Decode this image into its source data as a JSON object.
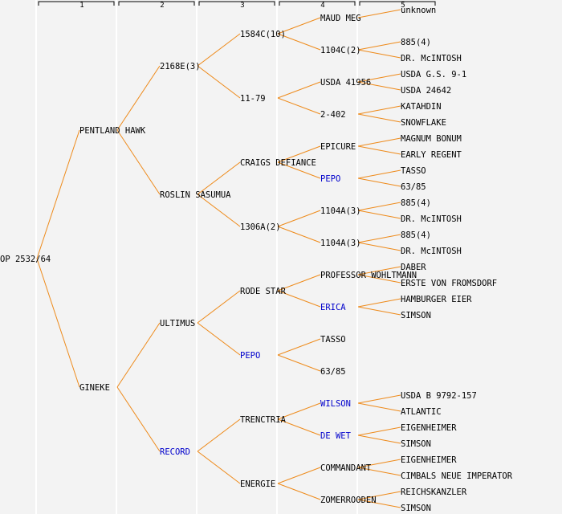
{
  "generations": [
    "1",
    "2",
    "3",
    "4",
    "5"
  ],
  "colors": {
    "edge": "#ee8a1a",
    "text": "#000000",
    "link": "#0000cc",
    "background": "#f3f3f3"
  },
  "pedigree": {
    "name": "OP 2532/64",
    "link": false,
    "children": [
      {
        "name": "PENTLAND HAWK",
        "link": false,
        "children": [
          {
            "name": "2168E(3)",
            "link": false,
            "children": [
              {
                "name": "1584C(10)",
                "link": false,
                "children": [
                  {
                    "name": "MAUD MEG",
                    "link": false,
                    "children": [
                      {
                        "name": "unknown",
                        "link": false
                      }
                    ]
                  },
                  {
                    "name": "1104C(2)",
                    "link": false,
                    "children": [
                      {
                        "name": "885(4)",
                        "link": false
                      },
                      {
                        "name": "DR. McINTOSH",
                        "link": false
                      }
                    ]
                  }
                ]
              },
              {
                "name": "11-79",
                "link": false,
                "children": [
                  {
                    "name": "USDA 41956",
                    "link": false,
                    "children": [
                      {
                        "name": "USDA G.S. 9-1",
                        "link": false
                      },
                      {
                        "name": "USDA 24642",
                        "link": false
                      }
                    ]
                  },
                  {
                    "name": "2-402",
                    "link": false,
                    "children": [
                      {
                        "name": "KATAHDIN",
                        "link": false
                      },
                      {
                        "name": "SNOWFLAKE",
                        "link": false
                      }
                    ]
                  }
                ]
              }
            ]
          },
          {
            "name": "ROSLIN SASUMUA",
            "link": false,
            "children": [
              {
                "name": "CRAIGS DEFIANCE",
                "link": false,
                "children": [
                  {
                    "name": "EPICURE",
                    "link": false,
                    "children": [
                      {
                        "name": "MAGNUM BONUM",
                        "link": false
                      },
                      {
                        "name": "EARLY REGENT",
                        "link": false
                      }
                    ]
                  },
                  {
                    "name": "PEPO",
                    "link": true,
                    "children": [
                      {
                        "name": "TASSO",
                        "link": false
                      },
                      {
                        "name": "63/85",
                        "link": false
                      }
                    ]
                  }
                ]
              },
              {
                "name": "1306A(2)",
                "link": false,
                "children": [
                  {
                    "name": "1104A(3)",
                    "link": false,
                    "children": [
                      {
                        "name": "885(4)",
                        "link": false
                      },
                      {
                        "name": "DR. McINTOSH",
                        "link": false
                      }
                    ]
                  },
                  {
                    "name": "1104A(3)",
                    "link": false,
                    "children": [
                      {
                        "name": "885(4)",
                        "link": false
                      },
                      {
                        "name": "DR. McINTOSH",
                        "link": false
                      }
                    ]
                  }
                ]
              }
            ]
          }
        ]
      },
      {
        "name": "GINEKE",
        "link": false,
        "children": [
          {
            "name": "ULTIMUS",
            "link": false,
            "children": [
              {
                "name": "RODE STAR",
                "link": false,
                "children": [
                  {
                    "name": "PROFESSOR WOHLTMANN",
                    "link": false,
                    "children": [
                      {
                        "name": "DABER",
                        "link": false
                      },
                      {
                        "name": "ERSTE VON FROMSDORF",
                        "link": false
                      }
                    ]
                  },
                  {
                    "name": "ERICA",
                    "link": true,
                    "children": [
                      {
                        "name": "HAMBURGER EIER",
                        "link": false
                      },
                      {
                        "name": "SIMSON",
                        "link": false
                      }
                    ]
                  }
                ]
              },
              {
                "name": "PEPO",
                "link": true,
                "children": [
                  {
                    "name": "TASSO",
                    "link": false
                  },
                  {
                    "name": "63/85",
                    "link": false
                  }
                ]
              }
            ]
          },
          {
            "name": "RECORD",
            "link": true,
            "children": [
              {
                "name": "TRENCTRIA",
                "link": false,
                "children": [
                  {
                    "name": "WILSON",
                    "link": true,
                    "children": [
                      {
                        "name": "USDA B 9792-157",
                        "link": false
                      },
                      {
                        "name": "ATLANTIC",
                        "link": false
                      }
                    ]
                  },
                  {
                    "name": "DE WET",
                    "link": true,
                    "children": [
                      {
                        "name": "EIGENHEIMER",
                        "link": false
                      },
                      {
                        "name": "SIMSON",
                        "link": false
                      }
                    ]
                  }
                ]
              },
              {
                "name": "ENERGIE",
                "link": false,
                "children": [
                  {
                    "name": "COMMANDANT",
                    "link": false,
                    "children": [
                      {
                        "name": "EIGENHEIMER",
                        "link": false
                      },
                      {
                        "name": "CIMBALS NEUE IMPERATOR",
                        "link": false
                      }
                    ]
                  },
                  {
                    "name": "ZOMERROODEN",
                    "link": false,
                    "children": [
                      {
                        "name": "REICHSKANZLER",
                        "link": false
                      },
                      {
                        "name": "SIMSON",
                        "link": false
                      }
                    ]
                  }
                ]
              }
            ]
          }
        ]
      }
    ]
  }
}
